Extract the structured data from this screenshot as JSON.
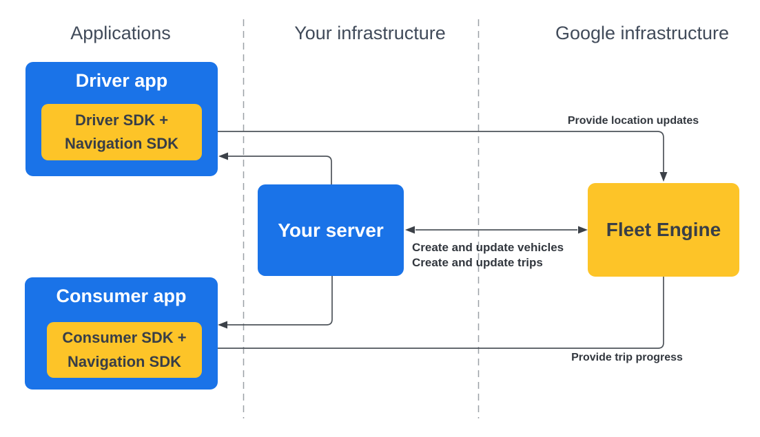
{
  "columns": [
    {
      "label": "Applications"
    },
    {
      "label": "Your infrastructure"
    },
    {
      "label": "Google infrastructure"
    }
  ],
  "nodes": {
    "driver_app": {
      "title": "Driver app",
      "sdk_line1": "Driver SDK +",
      "sdk_line2": "Navigation SDK"
    },
    "consumer_app": {
      "title": "Consumer app",
      "sdk_line1": "Consumer SDK +",
      "sdk_line2": "Navigation SDK"
    },
    "your_server": {
      "label": "Your server"
    },
    "fleet_engine": {
      "label": "Fleet Engine"
    }
  },
  "edge_labels": {
    "location_updates": "Provide location updates",
    "create_vehicles": "Create and update vehicles",
    "create_trips": "Create and update trips",
    "trip_progress": "Provide trip progress"
  },
  "colors": {
    "blue": "#1a73e8",
    "yellow": "#fdc428",
    "wire": "#4d5359",
    "arrow": "#3c4148",
    "divider": "#9aa0a6",
    "header-text": "#414b5a",
    "dark-text": "#383e47",
    "label-text": "#32373e",
    "on-blue": "#ffffff",
    "bg": "#ffffff"
  }
}
